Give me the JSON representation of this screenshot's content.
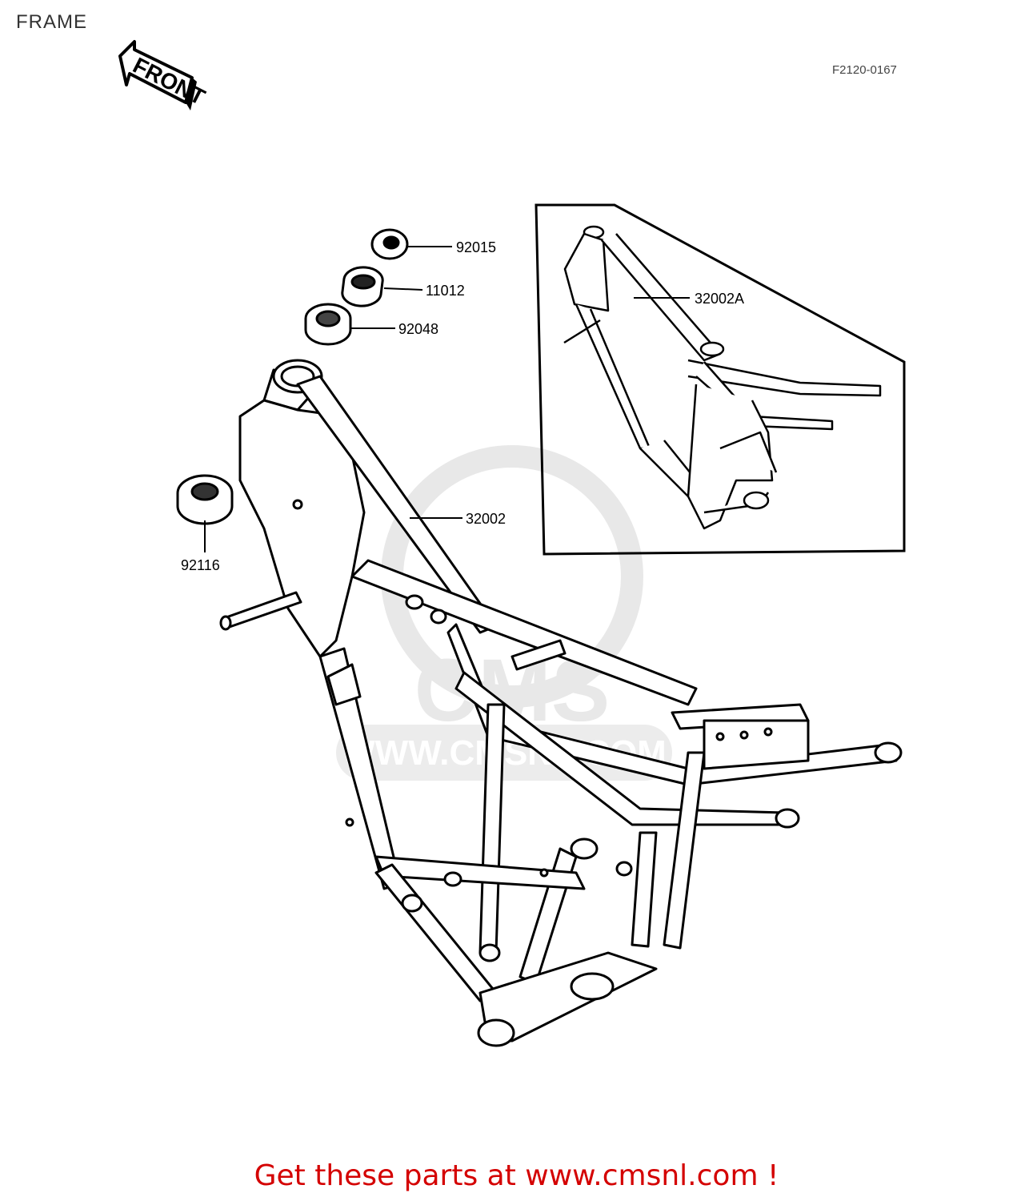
{
  "page": {
    "title": "FRAME",
    "diagram_code": "F2120-0167",
    "front_label": "FRONT",
    "footer_text": "Get these parts at www.cmsnl.com !",
    "watermark_text": "WWW.CMSNL.COM",
    "watermark_letters": "CMS"
  },
  "parts": [
    {
      "number": "92015"
    },
    {
      "number": "11012"
    },
    {
      "number": "92048"
    },
    {
      "number": "32002"
    },
    {
      "number": "92116"
    },
    {
      "number": "32002A"
    }
  ],
  "colors": {
    "line": "#000000",
    "footer": "#d40000",
    "watermark": "#e6e6e6"
  }
}
